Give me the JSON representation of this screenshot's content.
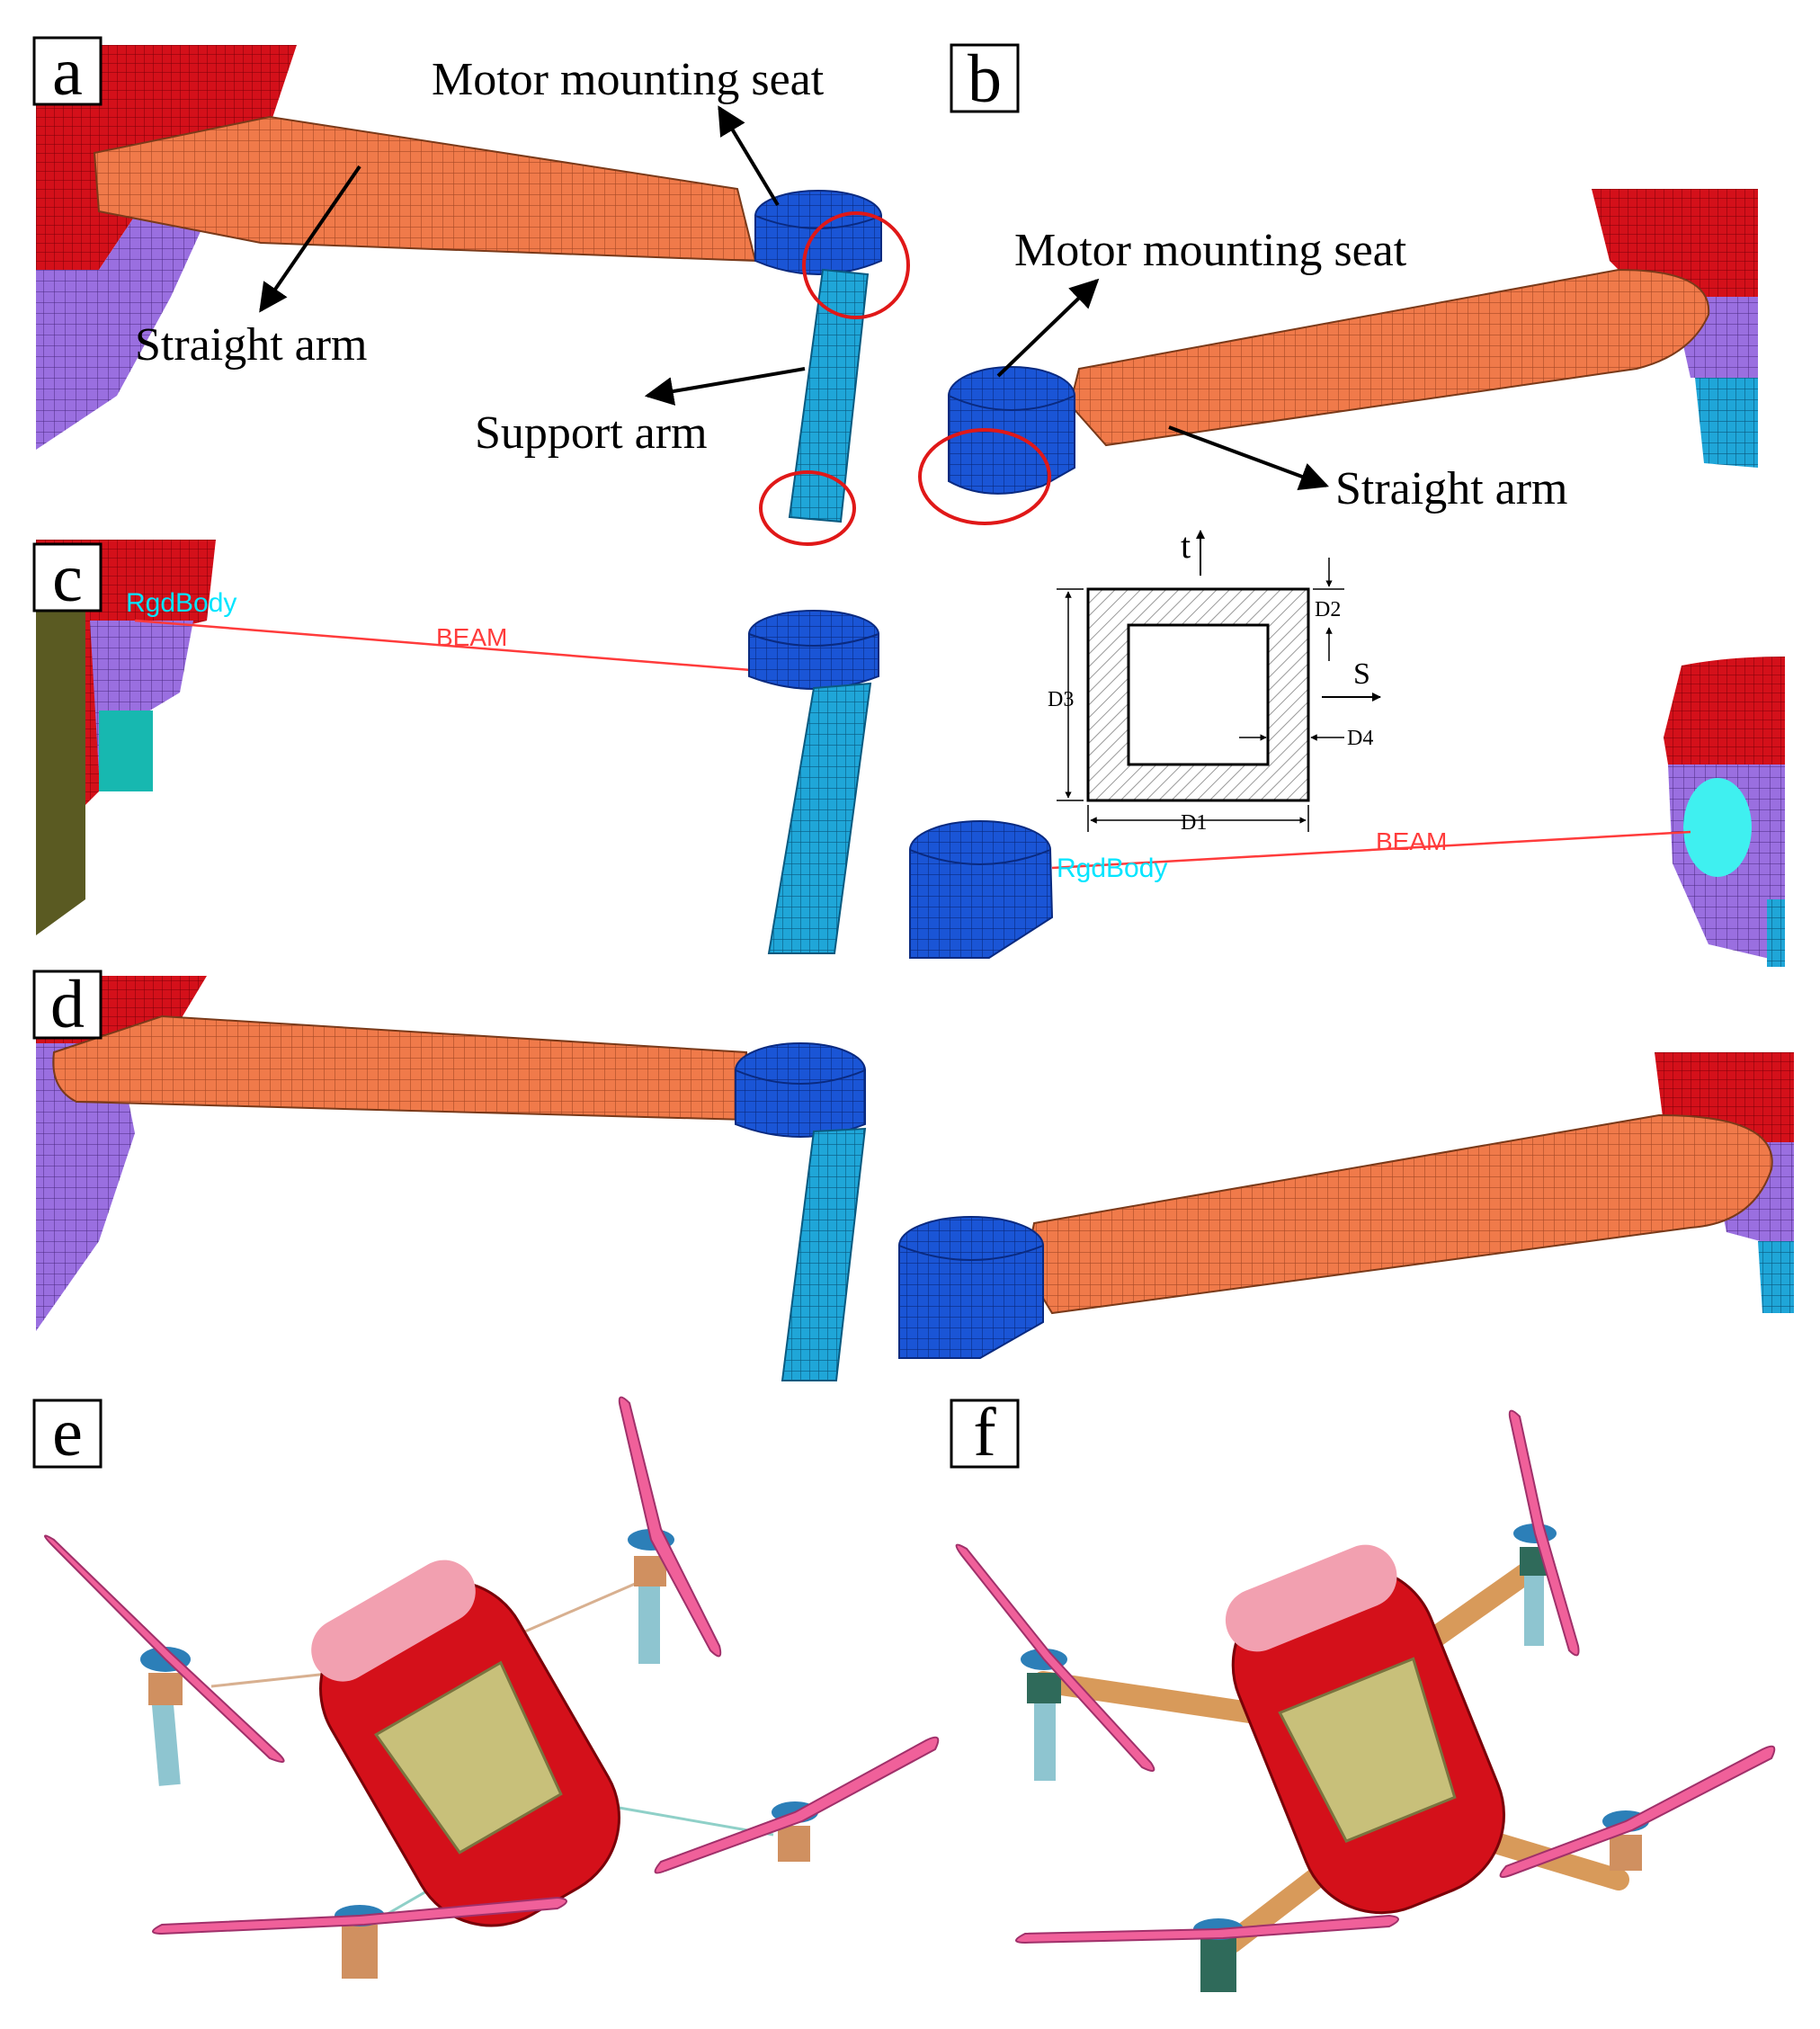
{
  "panels": {
    "a": {
      "label": "a",
      "motor_seat": "Motor mounting seat",
      "straight_arm": "Straight arm",
      "support_arm": "Support arm"
    },
    "b": {
      "label": "b",
      "motor_seat": "Motor mounting seat",
      "straight_arm": "Straight arm"
    },
    "c": {
      "label": "c",
      "rigid_body_left": "RgdBody",
      "beam_left": "BEAM",
      "rigid_body_right": "RgdBody",
      "beam_right": "BEAM",
      "section": {
        "t": "t",
        "s": "S",
        "d1": "D1",
        "d2": "D2",
        "d3": "D3",
        "d4": "D4"
      }
    },
    "d": {
      "label": "d"
    },
    "e": {
      "label": "e"
    },
    "f": {
      "label": "f"
    }
  },
  "colors": {
    "arm_orange": "#f07a4a",
    "seat_blue": "#1a55d6",
    "support_cyan": "#1fa6d8",
    "body_red": "#d4101a",
    "body_purple": "#9a6fe0",
    "propeller_pink": "#f0609a",
    "battery_khaki": "#c8c07a",
    "beam_red": "#ff3b3b",
    "rigid_cyan": "#00e5ff",
    "circle_red": "#e01818"
  }
}
